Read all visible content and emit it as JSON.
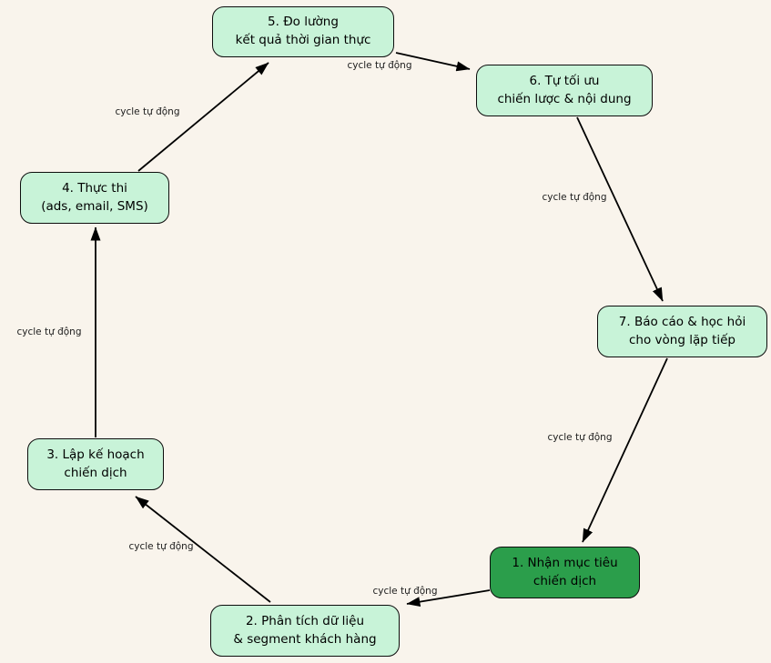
{
  "diagram": {
    "background_color": "#f9f4ec",
    "node_fill_color": "#c8f3d8",
    "highlight_node_fill_color": "#2b9e4b",
    "stroke_color": "#000000",
    "nodes": [
      {
        "id": "1",
        "line1": "1. Nhận mục tiêu",
        "line2": "chiến dịch",
        "highlighted": true
      },
      {
        "id": "2",
        "line1": "2. Phân tích dữ liệu",
        "line2": "& segment khách hàng",
        "highlighted": false
      },
      {
        "id": "3",
        "line1": "3. Lập kế hoạch",
        "line2": "chiến dịch",
        "highlighted": false
      },
      {
        "id": "4",
        "line1": "4. Thực thi",
        "line2": "(ads, email, SMS)",
        "highlighted": false
      },
      {
        "id": "5",
        "line1": "5. Đo lường",
        "line2": "kết quả thời gian thực",
        "highlighted": false
      },
      {
        "id": "6",
        "line1": "6. Tự tối ưu",
        "line2": "chiến lược & nội dung",
        "highlighted": false
      },
      {
        "id": "7",
        "line1": "7. Báo cáo & học hỏi",
        "line2": "cho vòng lặp tiếp",
        "highlighted": false
      }
    ],
    "edges": [
      {
        "from": "1",
        "to": "2",
        "label": "cycle tự động"
      },
      {
        "from": "2",
        "to": "3",
        "label": "cycle tự động"
      },
      {
        "from": "3",
        "to": "4",
        "label": "cycle tự động"
      },
      {
        "from": "4",
        "to": "5",
        "label": "cycle tự động"
      },
      {
        "from": "5",
        "to": "6",
        "label": "cycle tự động"
      },
      {
        "from": "6",
        "to": "7",
        "label": "cycle tự động"
      },
      {
        "from": "7",
        "to": "1",
        "label": "cycle tự động"
      }
    ]
  }
}
